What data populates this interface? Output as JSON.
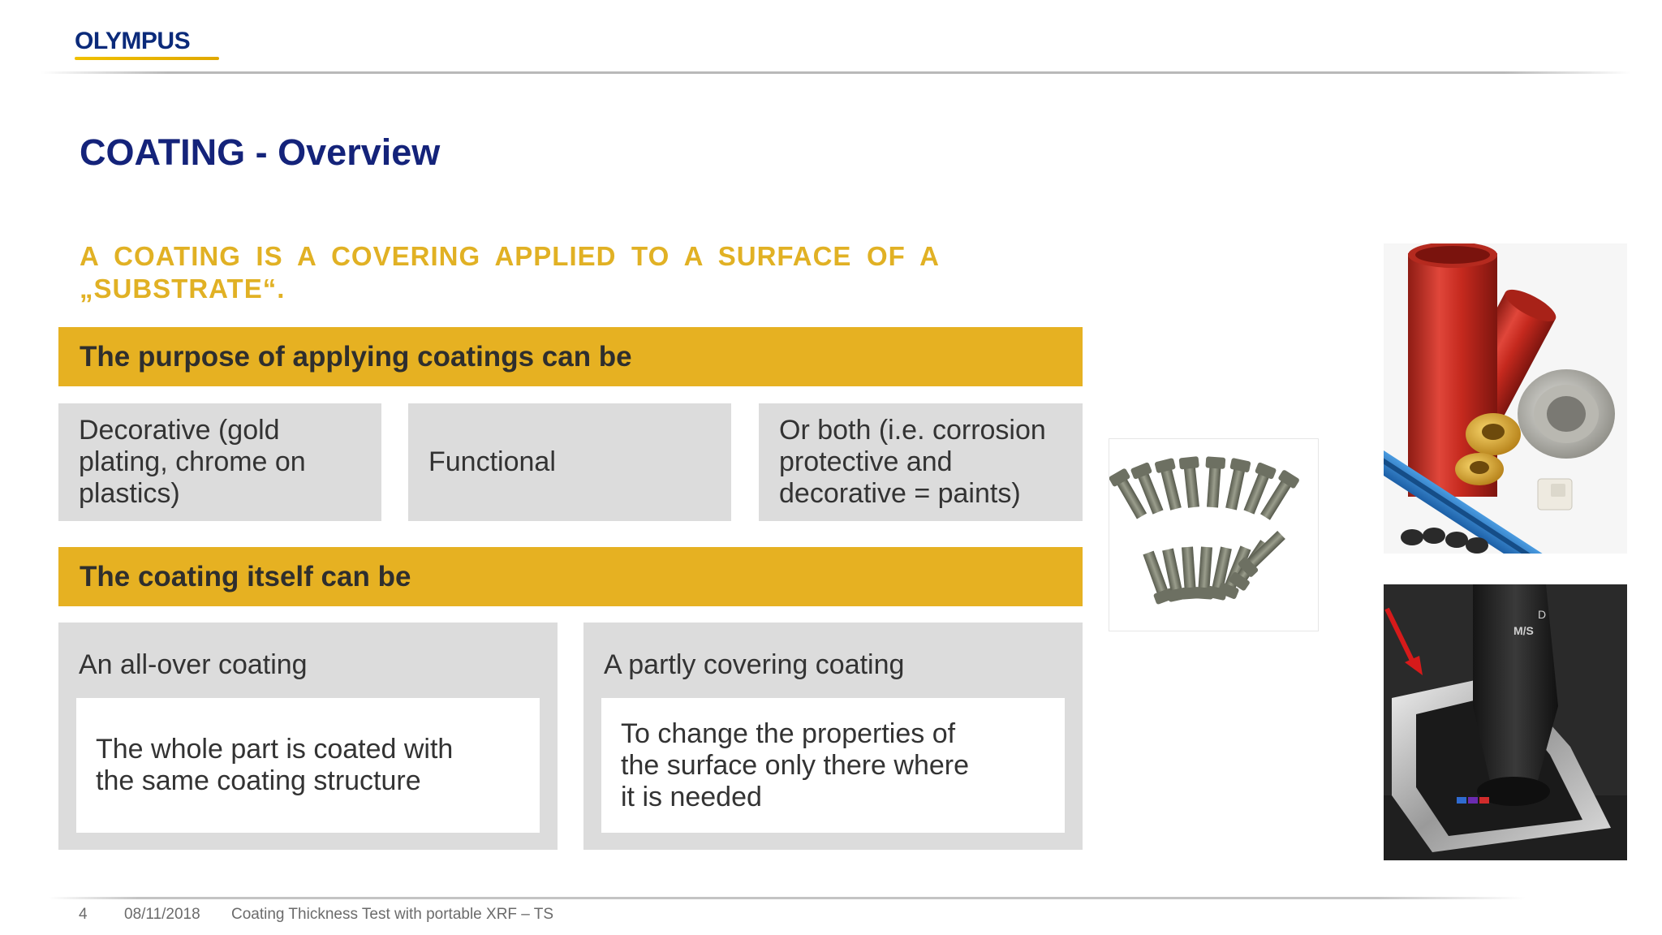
{
  "brand": {
    "logo_text": "OLYMPUS"
  },
  "slide": {
    "title": "COATING - Overview",
    "subtitle": "A COATING IS A COVERING APPLIED TO A SURFACE OF A „SUBSTRATE“."
  },
  "purpose": {
    "banner": "The purpose of applying coatings can be",
    "items": [
      "Decorative (gold plating, chrome on plastics)",
      "Functional",
      "Or both (i.e. corrosion protective and decorative = paints)"
    ]
  },
  "coating_types": {
    "banner": "The coating itself can be",
    "items": [
      {
        "heading": "An all-over coating",
        "description": "The whole part is coated with the same coating structure"
      },
      {
        "heading": "A partly covering coating",
        "description": "To change the properties of the surface only there where it is needed"
      }
    ]
  },
  "images": [
    {
      "name": "screws-photo"
    },
    {
      "name": "coated-parts-photo"
    },
    {
      "name": "gear-shifter-photo"
    }
  ],
  "footer": {
    "page_number": "4",
    "date": "08/11/2018",
    "presentation_title": "Coating Thickness Test with portable XRF – TS"
  },
  "colors": {
    "title": "#14237a",
    "accent_yellow": "#e6b122",
    "subtitle_yellow": "#e1b124",
    "box_gray": "#dcdcdc"
  }
}
